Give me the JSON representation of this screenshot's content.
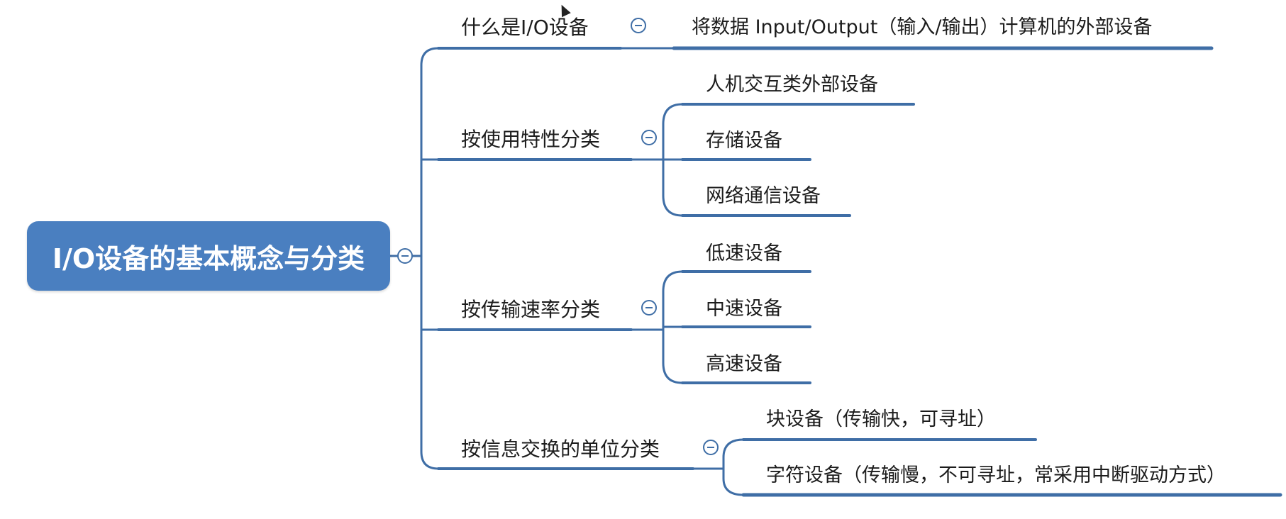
{
  "root": {
    "label": "I/O设备的基本概念与分类"
  },
  "branches": [
    {
      "label": "什么是I/O设备",
      "children": [
        "将数据 Input/Output（输入/输出）计算机的外部设备"
      ]
    },
    {
      "label": "按使用特性分类",
      "children": [
        "人机交互类外部设备",
        "存储设备",
        "网络通信设备"
      ]
    },
    {
      "label": "按传输速率分类",
      "children": [
        "低速设备",
        "中速设备",
        "高速设备"
      ]
    },
    {
      "label": "按信息交换的单位分类",
      "children": [
        "块设备（传输快，可寻址）",
        "字符设备（传输慢，不可寻址，常采用中断驱动方式）"
      ]
    }
  ],
  "colors": {
    "line": "#3f6ea6",
    "root_fill": "#4a7fc0",
    "text": "#1c1c1c"
  }
}
